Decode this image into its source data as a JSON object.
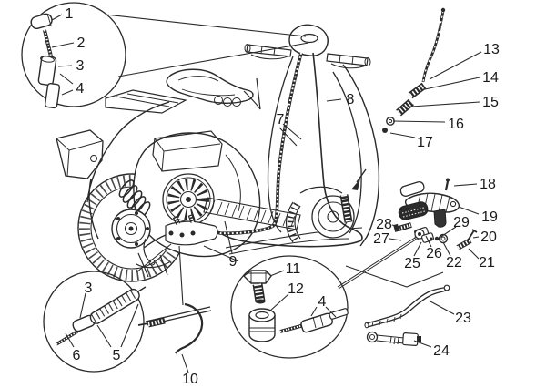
{
  "figure": {
    "colors": {
      "background": "#ffffff",
      "line": "#2a2a2a",
      "text": "#1a1a1a"
    },
    "callouts": [
      {
        "id": "1",
        "text": "1"
      },
      {
        "id": "2",
        "text": "2"
      },
      {
        "id": "3",
        "text": "3"
      },
      {
        "id": "4",
        "text": "4"
      },
      {
        "id": "5",
        "text": "5"
      },
      {
        "id": "6",
        "text": "6"
      },
      {
        "id": "7",
        "text": "7"
      },
      {
        "id": "8",
        "text": "8"
      },
      {
        "id": "9",
        "text": "9"
      },
      {
        "id": "10",
        "text": "10"
      },
      {
        "id": "11",
        "text": "11"
      },
      {
        "id": "12",
        "text": "12"
      },
      {
        "id": "13",
        "text": "13"
      },
      {
        "id": "14",
        "text": "14"
      },
      {
        "id": "15",
        "text": "15"
      },
      {
        "id": "16",
        "text": "16"
      },
      {
        "id": "17",
        "text": "17"
      },
      {
        "id": "18",
        "text": "18"
      },
      {
        "id": "19",
        "text": "19"
      },
      {
        "id": "20",
        "text": "20"
      },
      {
        "id": "21",
        "text": "21"
      },
      {
        "id": "22",
        "text": "22"
      },
      {
        "id": "23",
        "text": "23"
      },
      {
        "id": "24",
        "text": "24"
      },
      {
        "id": "25",
        "text": "25"
      },
      {
        "id": "26",
        "text": "26"
      },
      {
        "id": "27",
        "text": "27"
      },
      {
        "id": "28",
        "text": "28"
      },
      {
        "id": "29",
        "text": "29"
      },
      {
        "id": "3b",
        "text": "3"
      },
      {
        "id": "4b",
        "text": "4"
      }
    ]
  }
}
